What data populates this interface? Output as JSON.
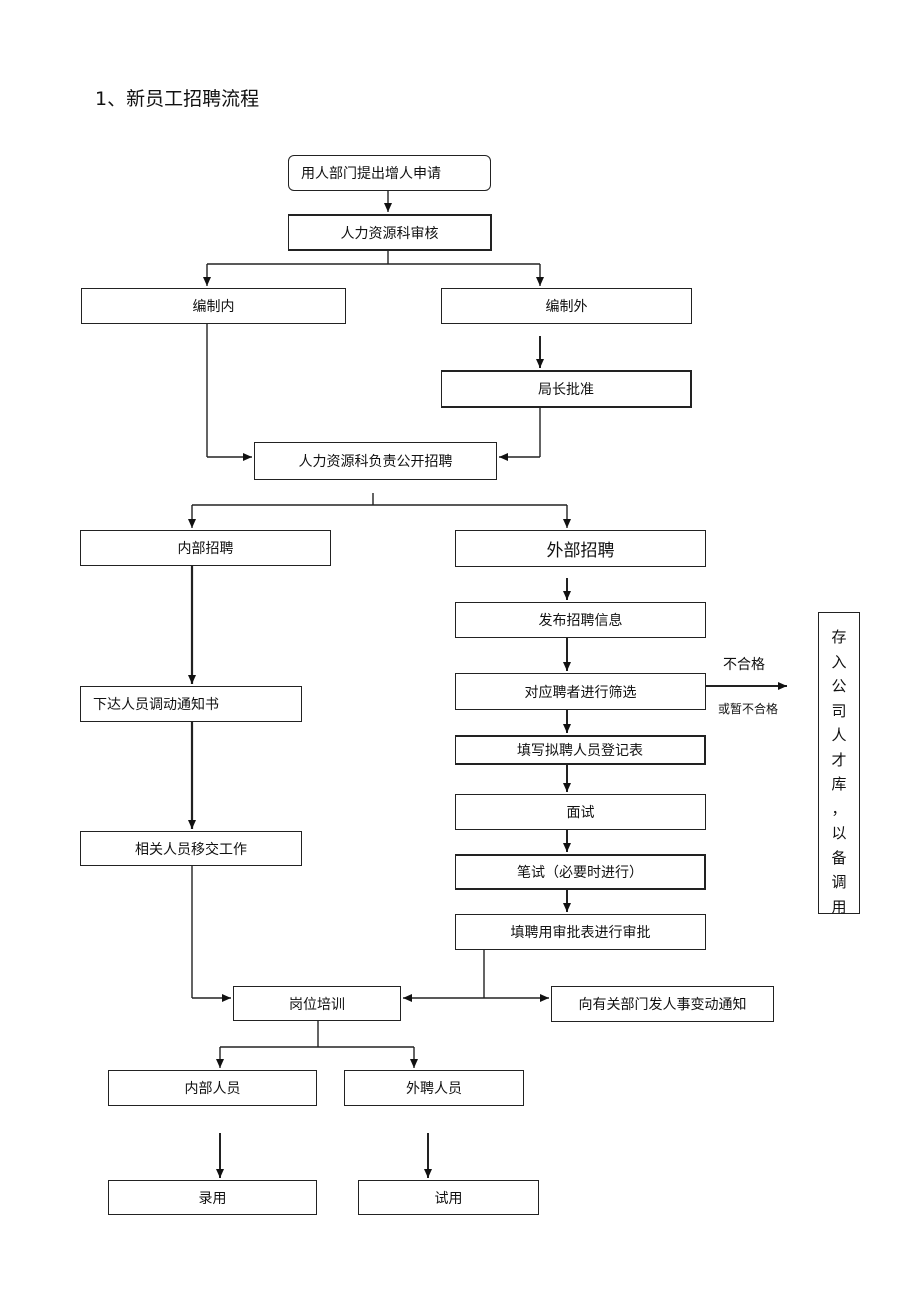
{
  "title": "1、新员工招聘流程",
  "nodes": {
    "apply": "用人部门提出增人申请",
    "hr_review": "人力资源科审核",
    "within_quota": "编制内",
    "outside_quota": "编制外",
    "director_approve": "局长批准",
    "public_recruit": "人力资源科负责公开招聘",
    "internal_recruit": "内部招聘",
    "external_recruit": "外部招聘",
    "publish_info": "发布招聘信息",
    "screen": "对应聘者进行筛选",
    "fill_form": "填写拟聘人员登记表",
    "interview": "面试",
    "written_test": "笔试（必要时进行）",
    "approval_form": "填聘用审批表进行审批",
    "transfer_notice": "下达人员调动通知书",
    "handover": "相关人员移交工作",
    "training": "岗位培训",
    "personnel_notice": "向有关部门发人事变动通知",
    "internal_staff": "内部人员",
    "external_staff": "外聘人员",
    "hire": "录用",
    "probation": "试用"
  },
  "labels": {
    "unqualified": "不合格",
    "temp_unqualified": "或暂不合格"
  },
  "talent_pool": [
    "存",
    "入",
    "公",
    "司",
    "人",
    "才",
    "库",
    "，",
    "以",
    "备",
    "调",
    "用"
  ]
}
